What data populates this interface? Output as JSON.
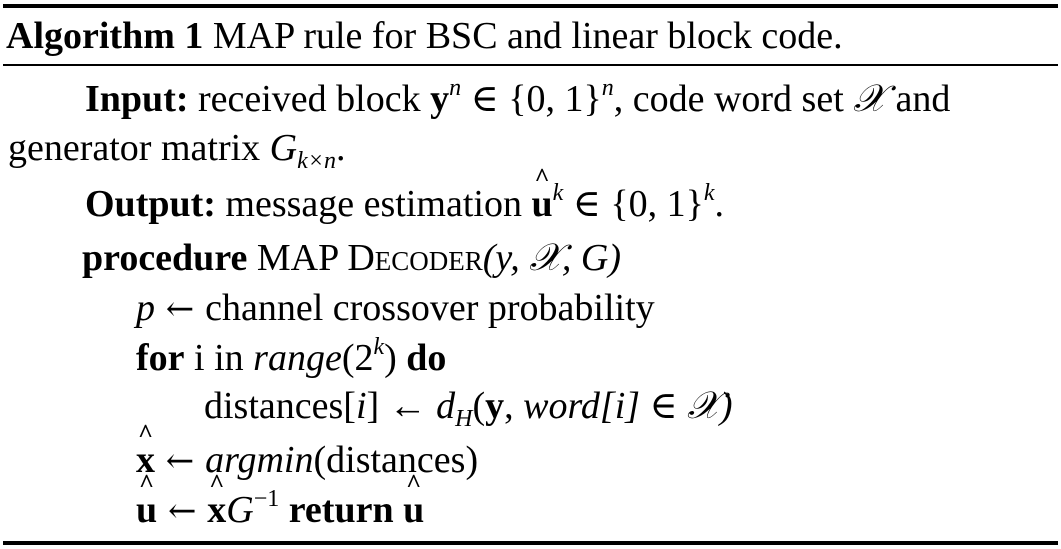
{
  "caption": {
    "label": "Algorithm 1",
    "text": " MAP rule for BSC and linear block code."
  },
  "input": {
    "label": "Input:",
    "text_a": " received block ",
    "y_var": "y",
    "y_sup": "n",
    "rel_a": " ∈ {0, 1}",
    "set_sup": "n",
    "text_b": ", code word set ",
    "codeset": "𝒳",
    "text_c": " and",
    "text_d": "generator matrix ",
    "g_var": "G",
    "g_sub": "k×n",
    "period": "."
  },
  "output": {
    "label": "Output:",
    "text_a": " message estimation ",
    "u_var": "u",
    "u_sup": "k",
    "rel_a": " ∈ {0, 1}",
    "set_sup": "k",
    "period": "."
  },
  "procedure": {
    "keyword": "procedure",
    "name_a": " MAP ",
    "name_b": "Decoder",
    "args": "(y, 𝒳, G)"
  },
  "steps": {
    "p_var": "p",
    "arrow": " ← ",
    "p_text": "channel crossover probability",
    "for_kw": "for",
    "for_text_a": " i in ",
    "range_fn": "range",
    "range_arg": "(2",
    "range_sup": "k",
    "range_close": ") ",
    "do_kw": "do",
    "dist_text": "distances[",
    "dist_i": "i",
    "dist_close": "] ← ",
    "dh": "d",
    "dh_sub": "H",
    "dh_open": "(",
    "dh_y": "y",
    "dh_comma": ", ",
    "dh_word": "word",
    "dh_idx": "[i] ∈ 𝒳)",
    "x_var": "x",
    "argmin_fn": "argmin",
    "argmin_arg": "(distances)",
    "u_var": "u",
    "x_var2": "x",
    "g_var": "G",
    "g_sup": "−1",
    "return_kw": "return",
    "u_ret": "u"
  }
}
